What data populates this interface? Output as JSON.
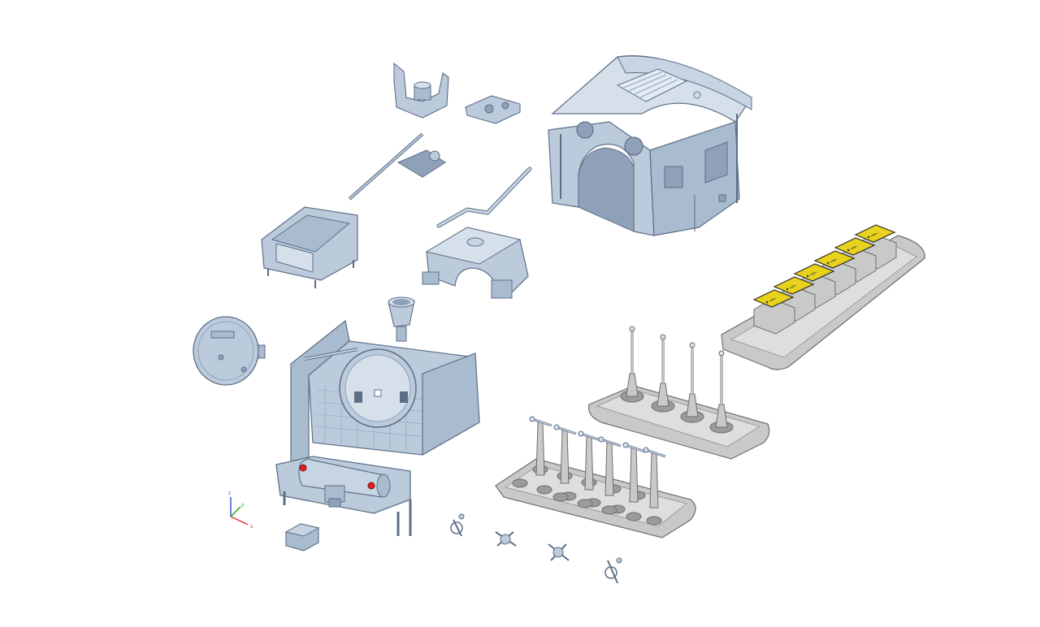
{
  "viewport": {
    "background": "#ffffff"
  },
  "colors": {
    "part_fill": "#bccbdc",
    "part_light": "#d6e0eb",
    "part_dark": "#8ea1b8",
    "part_edge": "#5d6f86",
    "sprue_fill": "#c9c9c9",
    "sprue_light": "#dedede",
    "sprue_dark": "#9b9b9b",
    "sprue_edge": "#6e6e6e",
    "decal_fill": "#e8d21c",
    "decal_edge": "#2a2a2a",
    "marker_red": "#e02020",
    "axis_x": "#e03030",
    "axis_y": "#2aa02a",
    "axis_z": "#2f5fd0"
  },
  "axis_triad": {
    "x_label": "x",
    "y_label": "y",
    "z_label": "z"
  },
  "decal_labels": [
    "✦→←",
    "✦→←",
    "✦→←",
    "✦→←",
    "✦→←",
    "✦→←"
  ]
}
